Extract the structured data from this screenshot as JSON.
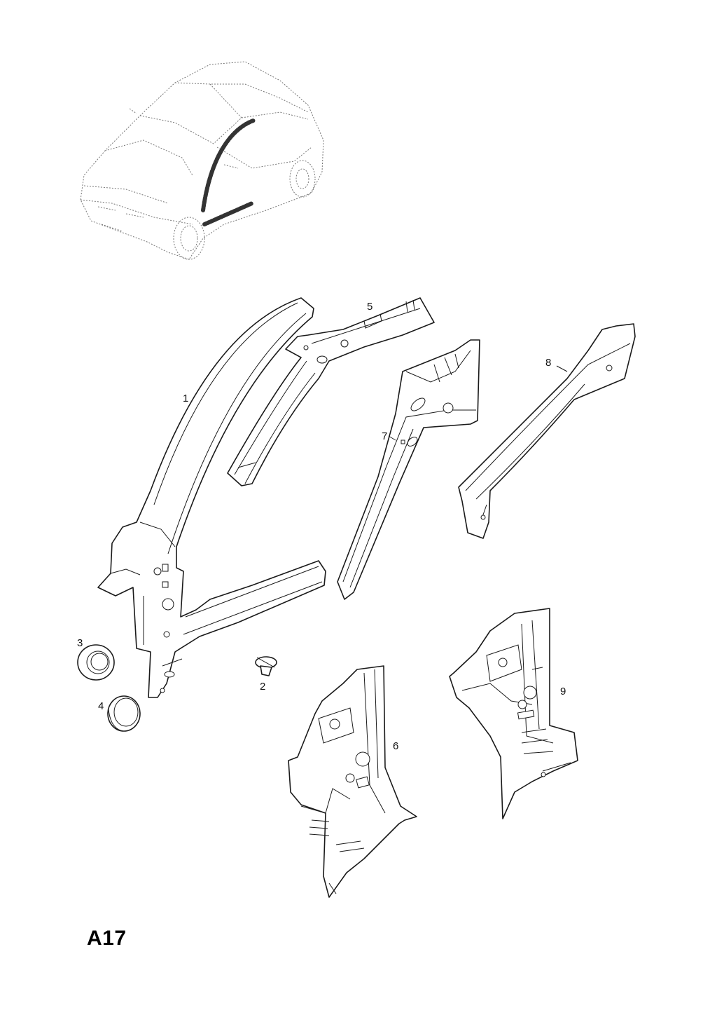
{
  "page_code": "A17",
  "callouts": [
    {
      "id": "1",
      "label": "1"
    },
    {
      "id": "2",
      "label": "2"
    },
    {
      "id": "3",
      "label": "3"
    },
    {
      "id": "4",
      "label": "4"
    },
    {
      "id": "5",
      "label": "5"
    },
    {
      "id": "6",
      "label": "6"
    },
    {
      "id": "7",
      "label": "7"
    },
    {
      "id": "8",
      "label": "8"
    },
    {
      "id": "9",
      "label": "9"
    }
  ]
}
